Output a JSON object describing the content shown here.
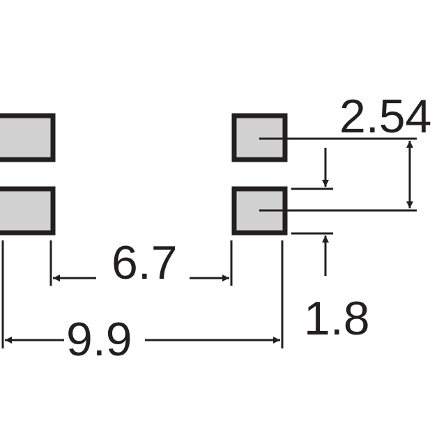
{
  "colors": {
    "ink": "#231f20",
    "pad_fill": "#d1d1d1",
    "background": "#ffffff"
  },
  "dimensions": {
    "pitch_vertical": "2.54",
    "inner_spacing": "6.7",
    "outer_spacing": "9.9",
    "pad_height": "1.8"
  }
}
